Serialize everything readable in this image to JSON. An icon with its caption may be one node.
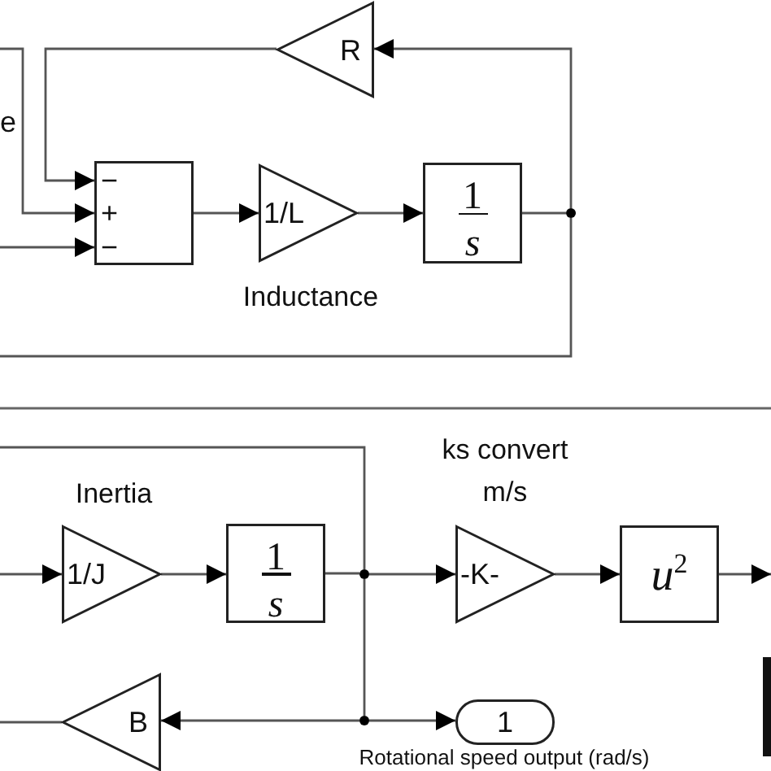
{
  "diagram": {
    "nodes": [
      {
        "text": [
          "R"
        ]
      },
      {
        "text": [
          "−",
          "+",
          "−"
        ]
      },
      {
        "text": [
          "1/L"
        ],
        "beside": [
          "Inductance"
        ]
      },
      {
        "text": [
          "1",
          "s"
        ]
      },
      {
        "text": [],
        "shape": "circle"
      },
      {
        "text": [
          "1/J"
        ],
        "beside": [
          "Inertia"
        ]
      },
      {
        "text": [
          "1",
          "s"
        ]
      },
      {
        "text": [],
        "shape": "circle"
      },
      {
        "text": [
          "-K-"
        ],
        "beside": [
          "ks convert m/s"
        ]
      },
      {
        "text": [
          "u$^{2}$"
        ]
      },
      {
        "text": [
          "B"
        ]
      },
      {
        "text": [],
        "shape": "circle"
      },
      {
        "text": [
          "1"
        ],
        "beside": [
          "Rotational speed output (rad/s)"
        ]
      }
    ],
    "edges": [
      {
        "from": null,
        "to": 1,
        "arrow": "to"
      },
      {
        "from": null,
        "to": 1,
        "arrow": "to"
      },
      {
        "from": 0,
        "to": 1,
        "arrow": "to"
      },
      {
        "from": 1,
        "to": 2,
        "arrow": "to"
      },
      {
        "from": 2,
        "to": 3,
        "arrow": "to"
      },
      {
        "from": 3,
        "to": 4,
        "arrow": "none"
      },
      {
        "from": 4,
        "to": 0,
        "arrow": "to"
      },
      {
        "from": 4,
        "to": null,
        "arrow": "none"
      },
      {
        "from": null,
        "to": 5,
        "arrow": "to"
      },
      {
        "from": 5,
        "to": 6,
        "arrow": "to"
      },
      {
        "from": 6,
        "to": 7,
        "arrow": "none"
      },
      {
        "from": 7,
        "to": 8,
        "arrow": "to"
      },
      {
        "from": 8,
        "to": 9,
        "arrow": "to"
      },
      {
        "from": 9,
        "to": null,
        "arrow": "to"
      },
      {
        "from": 7,
        "to": 11,
        "arrow": "none"
      },
      {
        "from": 11,
        "to": 10,
        "arrow": "to"
      },
      {
        "from": 11,
        "to": 12,
        "arrow": "to"
      },
      {
        "from": 10,
        "to": null,
        "arrow": "none"
      },
      {
        "from": 7,
        "to": null,
        "arrow": "none"
      }
    ],
    "labels": [
      "e"
    ]
  }
}
